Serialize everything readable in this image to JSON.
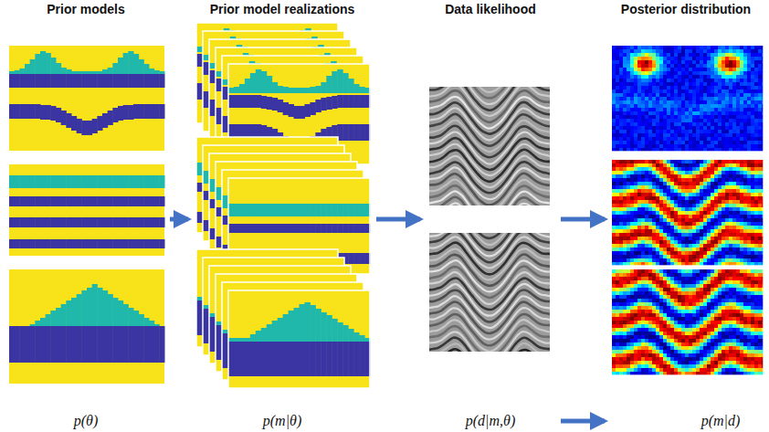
{
  "diagram": {
    "nodes": [
      {
        "text": [
          "Prior models",
          "p(θ)"
        ]
      },
      {
        "text": [
          "Prior model realizations",
          "p(m|θ)"
        ]
      },
      {
        "text": [
          "Data likelihood",
          "p(d|m,θ)"
        ]
      },
      {
        "text": [
          "Posterior distribution",
          "p(m|d)"
        ]
      }
    ],
    "edges": [
      {
        "from": 0,
        "to": 1,
        "arrow": "to"
      },
      {
        "from": 1,
        "to": 2,
        "arrow": "to"
      },
      {
        "from": 2,
        "to": 3,
        "arrow": "to"
      },
      {
        "from": 2,
        "to": 3,
        "arrow": "to"
      }
    ]
  }
}
